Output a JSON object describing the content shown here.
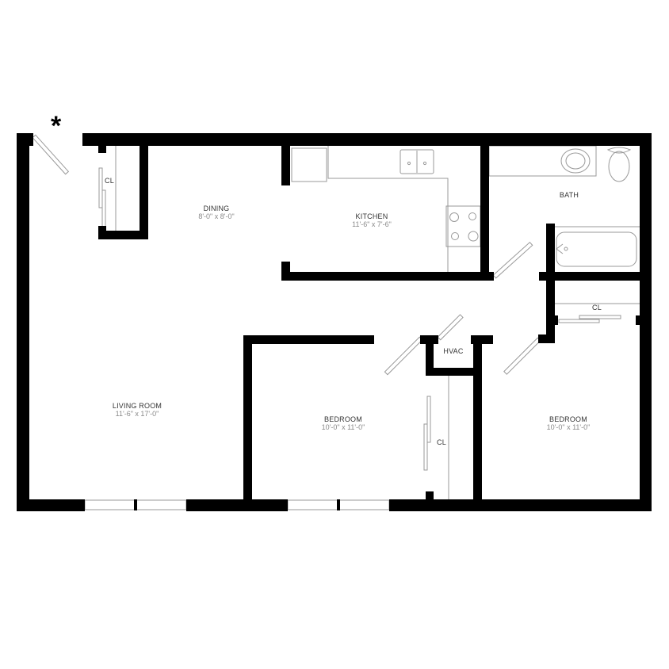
{
  "entry_marker": "*",
  "rooms": {
    "dining": {
      "name": "DINING",
      "dimensions": "8'-0\" x 8'-0\""
    },
    "kitchen": {
      "name": "KITCHEN",
      "dimensions": "11'-6\" x 7'-6\""
    },
    "bath": {
      "name": "BATH"
    },
    "living_room": {
      "name": "LIVING ROOM",
      "dimensions": "11'-6\" x 17'-0\""
    },
    "bedroom_1": {
      "name": "BEDROOM",
      "dimensions": "10'-0\" x 11'-0\""
    },
    "bedroom_2": {
      "name": "BEDROOM",
      "dimensions": "10'-0\" x 11'-0\""
    },
    "hvac": {
      "name": "HVAC"
    },
    "closet_entry": {
      "name": "CL"
    },
    "closet_bath": {
      "name": "CL"
    },
    "closet_bedroom": {
      "name": "CL"
    }
  },
  "colors": {
    "wall": "#000000",
    "fixture_line": "#999999",
    "room_name": "#333333",
    "room_dim": "#888888",
    "background": "#ffffff"
  }
}
